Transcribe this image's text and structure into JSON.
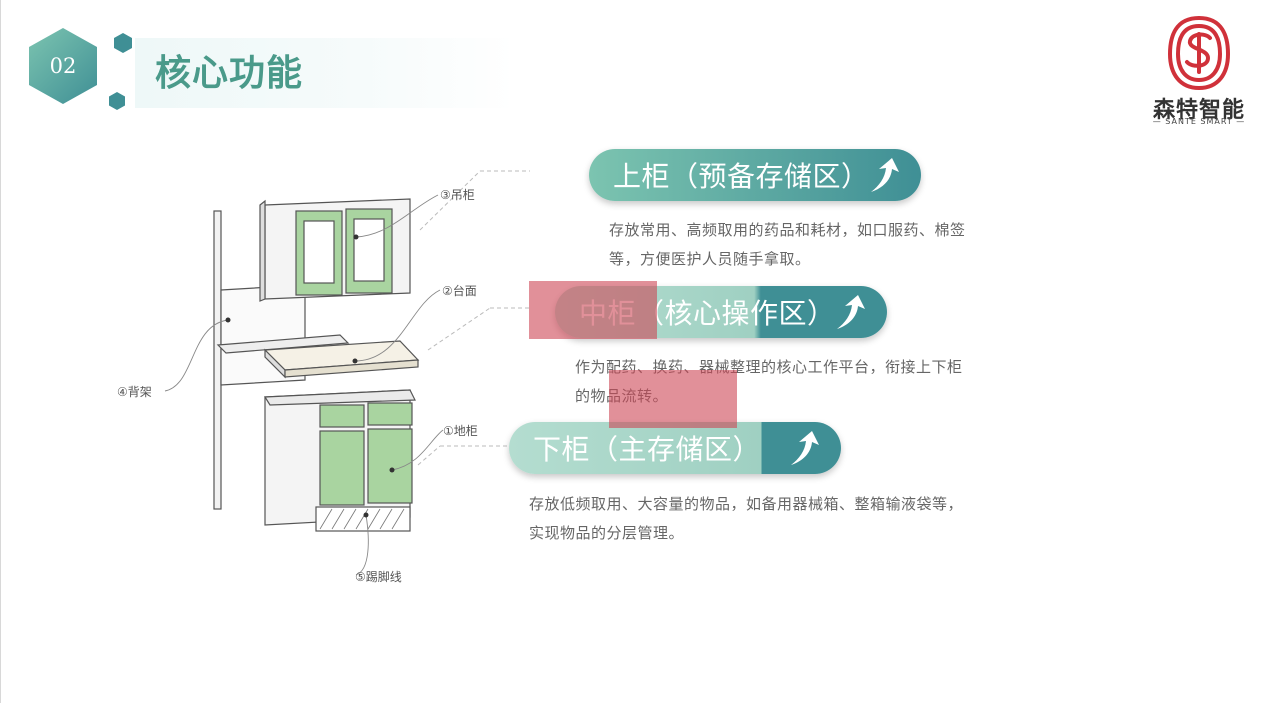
{
  "header": {
    "section_number": "02",
    "title": "核心功能"
  },
  "logo": {
    "name_cn": "森特智能",
    "name_en": "SANTE SMART"
  },
  "diagram_labels": {
    "label_1": "①地柜",
    "label_2": "②台面",
    "label_3": "③吊柜",
    "label_4": "④背架",
    "label_5": "⑤踢脚线"
  },
  "sections": [
    {
      "title": "上柜（预备存储区）",
      "icon": "arrow-up-icon",
      "description_line1": "存放常用、高频取用的药品和耗材，如口服药、棉签",
      "description_line2": "等，方便医护人员随手拿取。"
    },
    {
      "title": "中柜（核心操作区）",
      "icon": "arrow-up-icon",
      "description_line1": "作为配药、换药、器械整理的核心工作平台，衔接上下柜",
      "description_line2": "的物品流转。"
    },
    {
      "title": "下柜（主存储区）",
      "icon": "arrow-up-icon",
      "description_line1": "存放低频取用、大容量的物品，如备用器械箱、整箱输液袋等，",
      "description_line2": "实现物品的分层管理。"
    }
  ],
  "colors": {
    "accent_teal": "#4a9a8a",
    "pill_dark": "#3f8f95",
    "pill_light": "#7cc4b0",
    "cabinet_green": "#a9d4a0",
    "logo_red": "#d0313a",
    "overlay_red": "#cd4655"
  }
}
